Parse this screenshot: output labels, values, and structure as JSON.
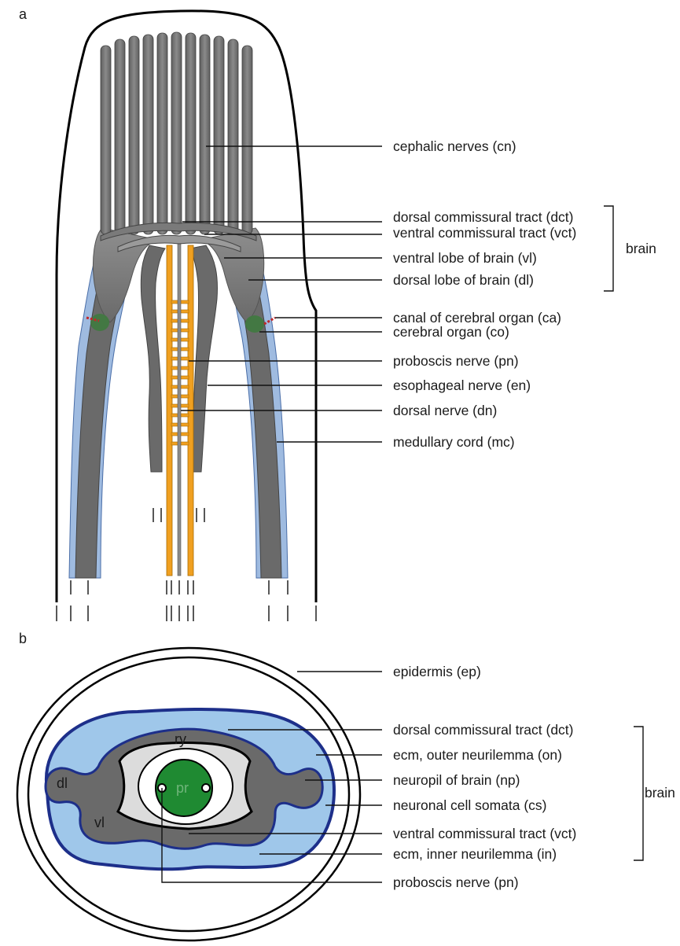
{
  "panels": {
    "a": "a",
    "b": "b"
  },
  "panel_a": {
    "labels": [
      "cephalic nerves (cn)",
      "dorsal commissural tract (dct)",
      "ventral commissural tract (vct)",
      "ventral lobe of brain (vl)",
      "dorsal lobe of brain (dl)",
      "canal of cerebral organ (ca)",
      "cerebral organ (co)",
      "proboscis nerve (pn)",
      "esophageal nerve (en)",
      "dorsal nerve (dn)",
      "medullary cord (mc)"
    ],
    "bracket_label": "brain"
  },
  "panel_b": {
    "labels": [
      "epidermis (ep)",
      "dorsal commissural tract (dct)",
      "ecm, outer neurilemma (on)",
      "neuropil of brain (np)",
      "neuronal cell somata (cs)",
      "ventral commissural tract (vct)",
      "ecm, inner neurilemma (in)",
      "proboscis nerve (pn)"
    ],
    "bracket_label": "brain",
    "inner_labels": {
      "dl": "dl",
      "vl": "vl",
      "ry": "ry",
      "pr": "pr"
    }
  },
  "colors": {
    "nerve_gray": "#6d6d6d",
    "light_gray": "#9a9a9a",
    "sheath_blue": "#9fbbe0",
    "proboscis_orange": "#f0a020",
    "cerebral_green": "#3f7a3f",
    "canal_red": "#c0282b",
    "ecm_navy": "#1d2f8a",
    "soma_blue": "#9fc7ea",
    "proboscis_green": "#1f8a32"
  }
}
